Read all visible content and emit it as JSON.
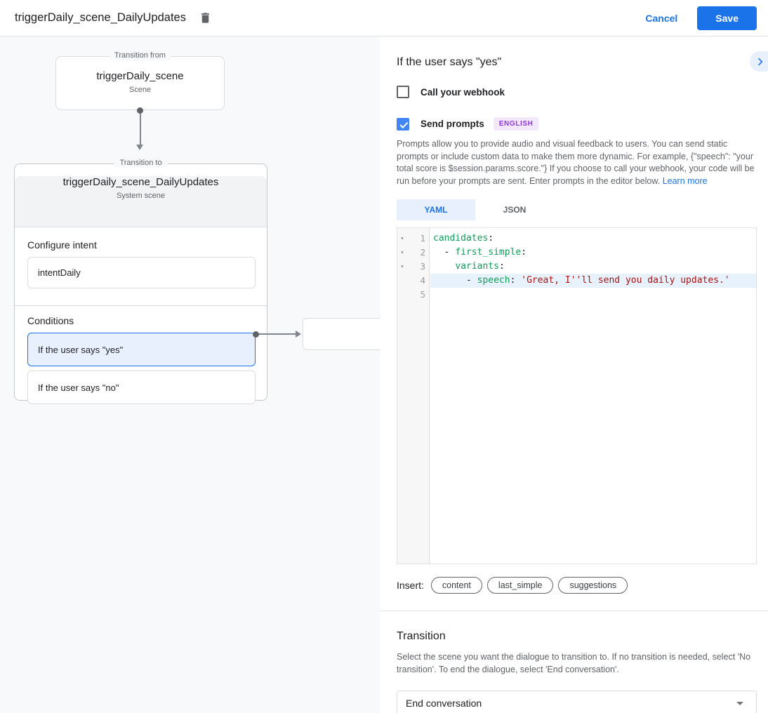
{
  "header": {
    "title": "triggerDaily_scene_DailyUpdates",
    "cancel_label": "Cancel",
    "save_label": "Save"
  },
  "diagram": {
    "from_box": {
      "legend": "Transition from",
      "title": "triggerDaily_scene",
      "subtitle": "Scene"
    },
    "to_box": {
      "legend": "Transition to",
      "title": "triggerDaily_scene_DailyUpdates",
      "subtitle": "System scene",
      "configure_intent_label": "Configure intent",
      "intent_value": "intentDaily",
      "conditions_label": "Conditions",
      "conditions": [
        {
          "label": "If the user says \"yes\"",
          "selected": true
        },
        {
          "label": "If the user says \"no\"",
          "selected": false
        }
      ]
    }
  },
  "panel": {
    "title": "If the user says \"yes\"",
    "collapse_icon": "chevron-right",
    "webhook": {
      "label": "Call your webhook",
      "checked": false
    },
    "prompts": {
      "label": "Send prompts",
      "checked": true,
      "badge": "ENGLISH"
    },
    "description": "Prompts allow you to provide audio and visual feedback to users. You can send static prompts or include custom data to make them more dynamic. For example, {\"speech\": \"your total score is $session.params.score.\"} If you choose to call your webhook, your code will be run before your prompts are sent. Enter prompts in the editor below.",
    "learn_more_label": "Learn more",
    "tabs": [
      {
        "label": "YAML",
        "active": true
      },
      {
        "label": "JSON",
        "active": false
      }
    ],
    "editor": {
      "fold_glyph": "▾",
      "lines": [
        {
          "num": "1",
          "segs": [
            {
              "c": "key",
              "t": "candidates"
            },
            {
              "c": "plain",
              "t": ":"
            }
          ]
        },
        {
          "num": "2",
          "segs": [
            {
              "c": "plain",
              "t": "  - "
            },
            {
              "c": "key",
              "t": "first_simple"
            },
            {
              "c": "plain",
              "t": ":"
            }
          ]
        },
        {
          "num": "3",
          "segs": [
            {
              "c": "plain",
              "t": "    "
            },
            {
              "c": "key",
              "t": "variants"
            },
            {
              "c": "plain",
              "t": ":"
            }
          ]
        },
        {
          "num": "4",
          "segs": [
            {
              "c": "plain",
              "t": "      - "
            },
            {
              "c": "key",
              "t": "speech"
            },
            {
              "c": "plain",
              "t": ": "
            },
            {
              "c": "str",
              "t": "'Great, I''ll send you daily updates.'"
            }
          ],
          "active": true
        },
        {
          "num": "5",
          "segs": []
        }
      ]
    },
    "insert": {
      "label": "Insert:",
      "chips": [
        "content",
        "last_simple",
        "suggestions"
      ]
    },
    "transition": {
      "title": "Transition",
      "description": "Select the scene you want the dialogue to transition to. If no transition is needed, select 'No transition'. To end the dialogue, select 'End conversation'.",
      "select_value": "End conversation"
    }
  },
  "colors": {
    "accent_blue": "#1a73e8",
    "checkbox_blue": "#4285f4",
    "selected_condition_bg": "#e8f0fe",
    "badge_bg": "#f3e8fd",
    "badge_text": "#9334e6",
    "code_key": "#0f9d58",
    "code_string": "#aa1111",
    "active_line_bg": "#e8f2fc",
    "panel_bg": "#f8f9fa"
  }
}
